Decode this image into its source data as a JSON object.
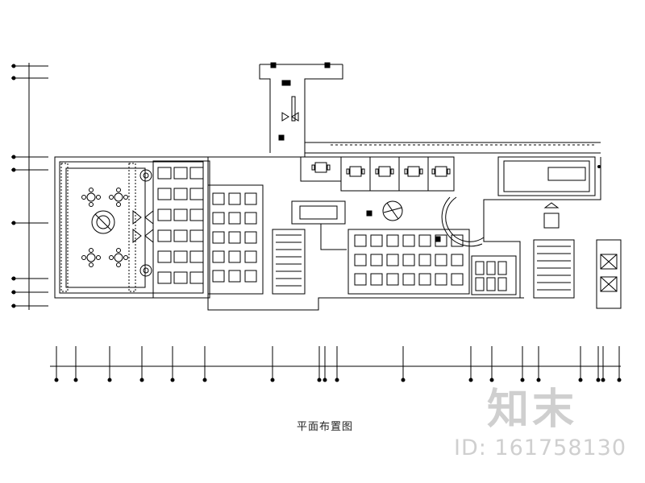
{
  "drawing": {
    "title": "平面布置图",
    "line_color": "#000000",
    "background": "#ffffff"
  },
  "watermark": {
    "logo_text": "知末",
    "id_text": "ID: 161758130",
    "color": "#cfcfcf"
  }
}
